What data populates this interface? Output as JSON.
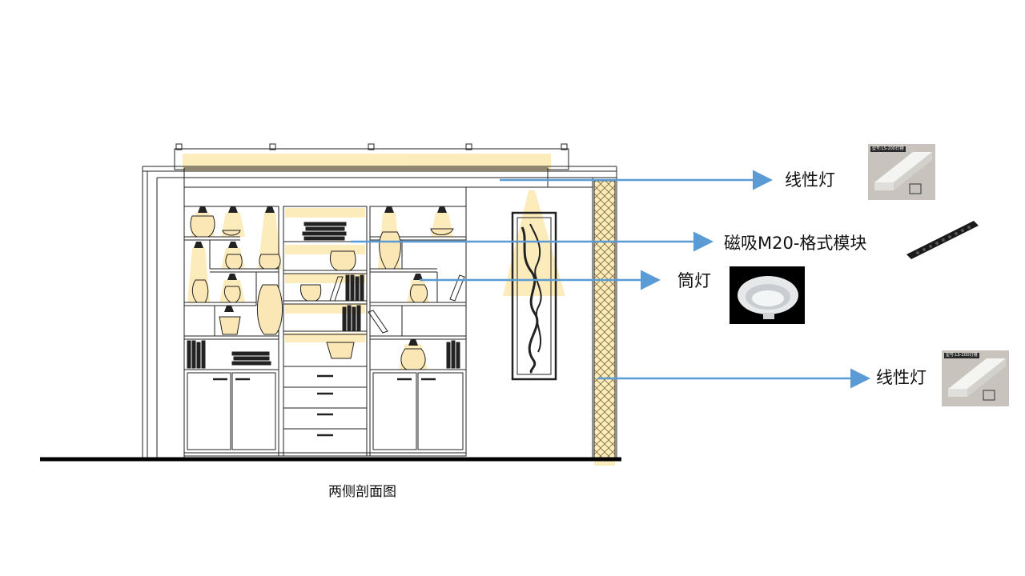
{
  "diagram": {
    "caption": "两侧剖面图",
    "callouts": [
      {
        "label": "线性灯"
      },
      {
        "label": "磁吸M20-格式模块"
      },
      {
        "label": "筒灯"
      },
      {
        "label": "线性灯"
      }
    ],
    "thumbnails": {
      "linear_tag": "型号:LS-20D灯槽"
    },
    "colors": {
      "arrow": "#5b9bd5",
      "glow": "#fde9b0",
      "line": "#222222"
    }
  }
}
